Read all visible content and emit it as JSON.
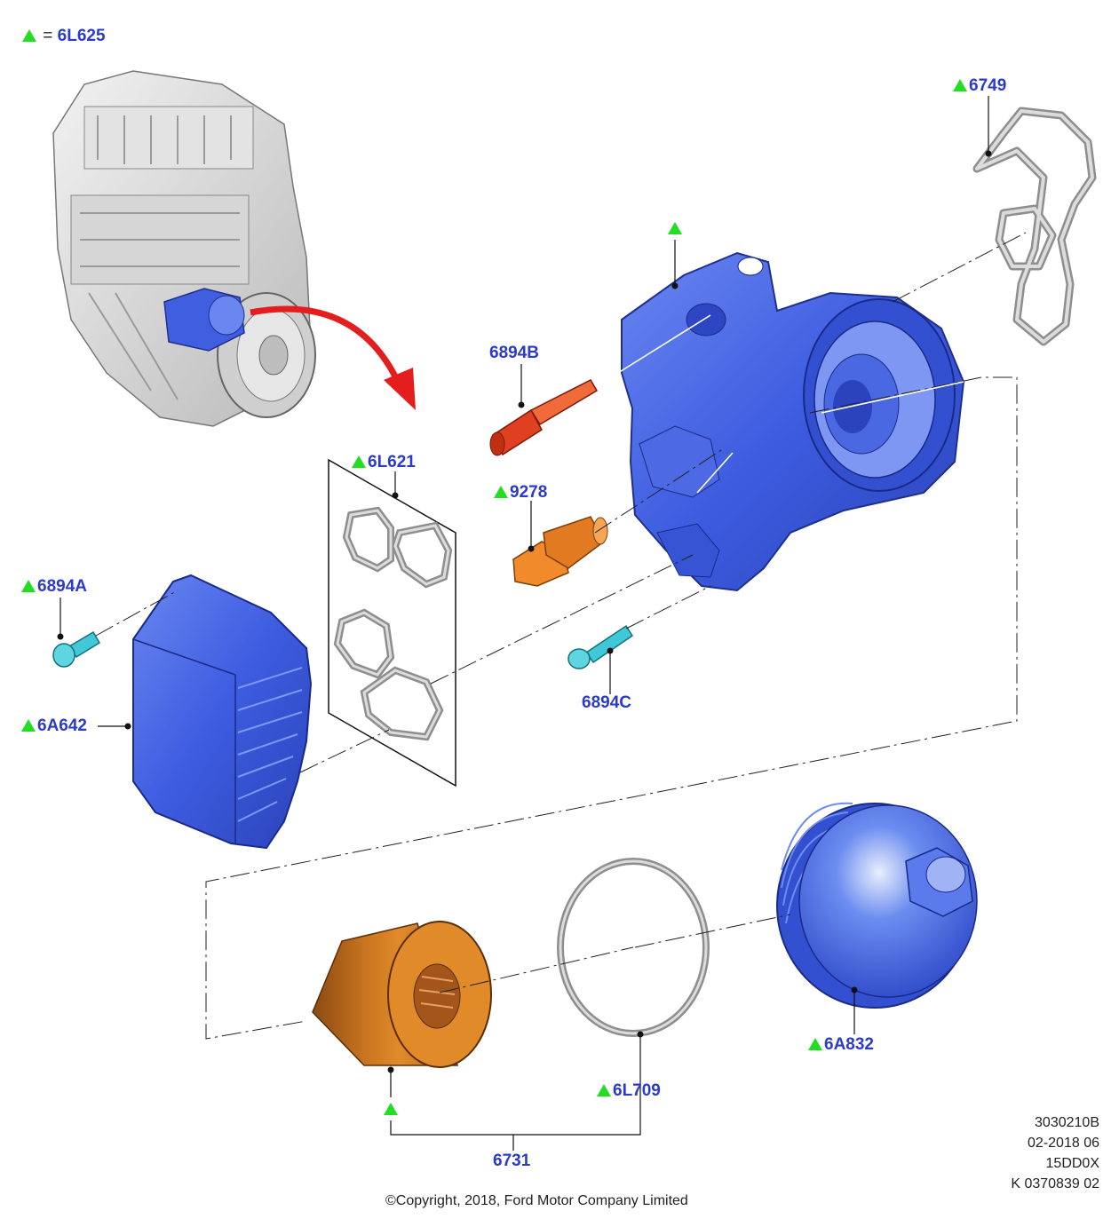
{
  "legend": {
    "symbol": "green-triangle",
    "equals": "=",
    "code": "6L625"
  },
  "parts": {
    "p6749": "6749",
    "p6894B": "6894B",
    "p6L621": "6L621",
    "p9278": "9278",
    "p6894A": "6894A",
    "p6A642": "6A642",
    "p6894C": "6894C",
    "p6A832": "6A832",
    "p6L709": "6L709",
    "p6731": "6731"
  },
  "reference": {
    "line1": "3030210B",
    "line2": "02-2018 06",
    "line3": "15DD0X",
    "line4": "K 0370839 02"
  },
  "copyright": "©Copyright, 2018, Ford Motor Company Limited",
  "colors": {
    "label": "#2b3bc9",
    "marker": "#22dd22",
    "housing": "#3f5fe0",
    "filter": "#e08a2a",
    "sensor": "#f08a2a",
    "bolt": "#40c8d8",
    "sender": "#e04020",
    "gasket": "#c8c8c8",
    "arrow": "#e41e1e"
  },
  "icons": [
    "engine-illustration",
    "oil-cooler",
    "oil-filter-housing",
    "oil-filter",
    "filter-cap",
    "o-ring",
    "gasket",
    "bolt",
    "sensor"
  ]
}
